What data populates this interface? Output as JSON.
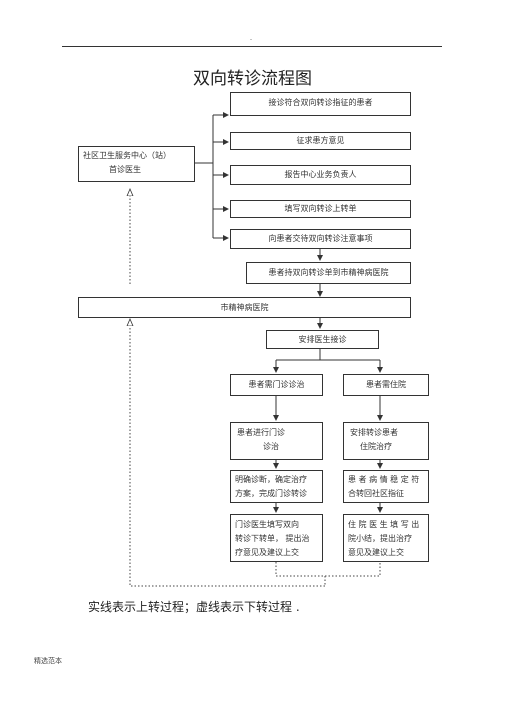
{
  "page": {
    "header_mark": "-",
    "title": "双向转诊流程图",
    "caption": "实线表示上转过程；虚线表示下转过程     .",
    "footer": "精选范本"
  },
  "diagram": {
    "community_center": {
      "line1": "社区卫生服务中心（站）",
      "line2": "首诊医生"
    },
    "upper_steps": [
      "接诊符合双向转诊指征的患者",
      "征求患方意见",
      "报告中心业务负责人",
      "填写双向转诊上转单",
      "向患者交待双向转诊注意事项"
    ],
    "patient_referral": "患者持双向转诊单到市精神病医院",
    "city_hospital": "市精神病医院",
    "arrange_doctor": "安排医生接诊",
    "outpatient_branch": {
      "need": "患者需门诊诊治",
      "treat": {
        "line1": "患者进行门诊",
        "line2": "诊治"
      },
      "diagnose": {
        "line1": "明确诊断，确定治疗",
        "line2": "方案，完成门诊转诊"
      },
      "fill_form": {
        "line1": "门诊医生填写双向",
        "line2": "转诊下转单，  提出治",
        "line3": "疗意见及建议上交"
      }
    },
    "inpatient_branch": {
      "need": "患者需住院",
      "arrange": {
        "line1": "安排转诊患者",
        "line2": "住院治疗"
      },
      "stable": {
        "line1": "患 者 病 情 稳 定 符",
        "line2": "合转回社区指征"
      },
      "summary": {
        "line1": "住 院 医 生 填 写 出",
        "line2": "院小结，提出治疗",
        "line3": "意见及建议上交"
      }
    }
  }
}
